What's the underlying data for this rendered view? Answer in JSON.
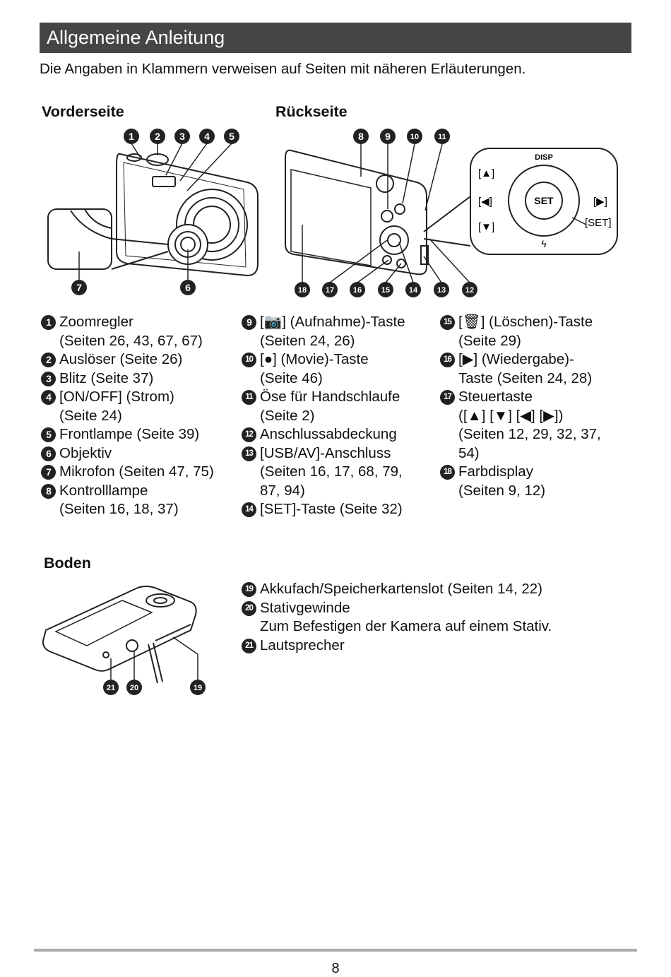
{
  "title": "Allgemeine Anleitung",
  "intro": "Die Angaben in Klammern verweisen auf Seiten mit näheren Erläuterungen.",
  "sections": {
    "front": "Vorderseite",
    "back": "Rückseite",
    "bottom": "Boden"
  },
  "callouts": {
    "front_top": [
      "1",
      "2",
      "3",
      "4",
      "5"
    ],
    "front_bottom": [
      "7",
      "6"
    ],
    "back_top": [
      "8",
      "9",
      "10",
      "11"
    ],
    "back_bottom": [
      "18",
      "17",
      "16",
      "15",
      "14",
      "13",
      "12"
    ],
    "bottom": [
      "21",
      "20",
      "19"
    ]
  },
  "dial": {
    "disp": "DISP",
    "up": "[▲]",
    "left": "[◀]",
    "down": "[▼]",
    "set": "SET",
    "right": "[▶]",
    "set_label": "[SET]"
  },
  "col1": [
    {
      "n": "1",
      "lines": [
        "Zoomregler",
        "(Seiten 26, 43, 67, 67)"
      ]
    },
    {
      "n": "2",
      "lines": [
        "Auslöser (Seite 26)"
      ]
    },
    {
      "n": "3",
      "lines": [
        "Blitz (Seite 37)"
      ]
    },
    {
      "n": "4",
      "lines": [
        "[ON/OFF] (Strom)",
        "(Seite 24)"
      ]
    },
    {
      "n": "5",
      "lines": [
        "Frontlampe (Seite 39)"
      ]
    },
    {
      "n": "6",
      "lines": [
        "Objektiv"
      ]
    },
    {
      "n": "7",
      "lines": [
        "Mikrofon (Seiten 47, 75)"
      ]
    },
    {
      "n": "8",
      "lines": [
        "Kontrolllampe",
        "(Seiten 16, 18, 37)"
      ]
    }
  ],
  "col2": [
    {
      "n": "9",
      "lines": [
        "[📷] (Aufnahme)-Taste",
        "(Seiten 24, 26)"
      ]
    },
    {
      "n": "10",
      "lines": [
        "[●] (Movie)-Taste",
        "(Seite 46)"
      ]
    },
    {
      "n": "11",
      "lines": [
        "Öse für Handschlaufe",
        "(Seite 2)"
      ]
    },
    {
      "n": "12",
      "lines": [
        "Anschlussabdeckung"
      ]
    },
    {
      "n": "13",
      "lines": [
        "[USB/AV]-Anschluss",
        "(Seiten 16, 17, 68, 79,",
        "87, 94)"
      ]
    },
    {
      "n": "14",
      "lines": [
        "[SET]-Taste (Seite 32)"
      ]
    }
  ],
  "col3": [
    {
      "n": "15",
      "lines": [
        "[🗑] (Löschen)-Taste",
        "(Seite 29)"
      ]
    },
    {
      "n": "16",
      "lines": [
        "[▶] (Wiedergabe)-",
        "Taste (Seiten 24, 28)"
      ]
    },
    {
      "n": "17",
      "lines": [
        "Steuertaste",
        "([▲] [▼] [◀] [▶])",
        "(Seiten 12, 29, 32, 37,",
        "54)"
      ]
    },
    {
      "n": "18",
      "lines": [
        "Farbdisplay",
        "(Seiten 9, 12)"
      ]
    }
  ],
  "col4": [
    {
      "n": "19",
      "lines": [
        "Akkufach/Speicherkartenslot (Seiten 14, 22)"
      ]
    },
    {
      "n": "20",
      "lines": [
        "Stativgewinde",
        "Zum Befestigen der Kamera auf einem Stativ."
      ]
    },
    {
      "n": "21",
      "lines": [
        "Lautsprecher"
      ]
    }
  ],
  "page_number": "8"
}
